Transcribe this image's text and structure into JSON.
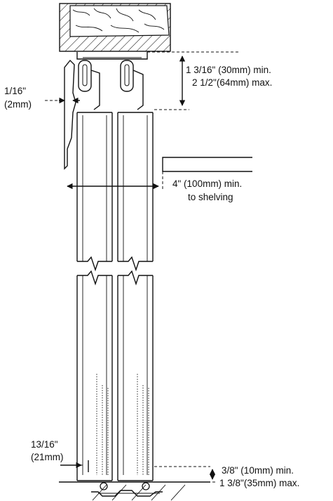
{
  "labels": {
    "gap_top_fraction": "1/16\"",
    "gap_top_metric": "(2mm)",
    "head_clearance_min": "1 3/16\" (30mm) min.",
    "head_clearance_max": "2 1/2\"(64mm) max.",
    "shelving_clearance": "4\" (100mm) min.",
    "shelving_clearance_sub": "to shelving",
    "side_gap_fraction": "13/16\"",
    "side_gap_metric": "(21mm)",
    "floor_clearance_min": "3/8\" (10mm) min.",
    "floor_clearance_max": "1 3/8\"(35mm) max."
  }
}
